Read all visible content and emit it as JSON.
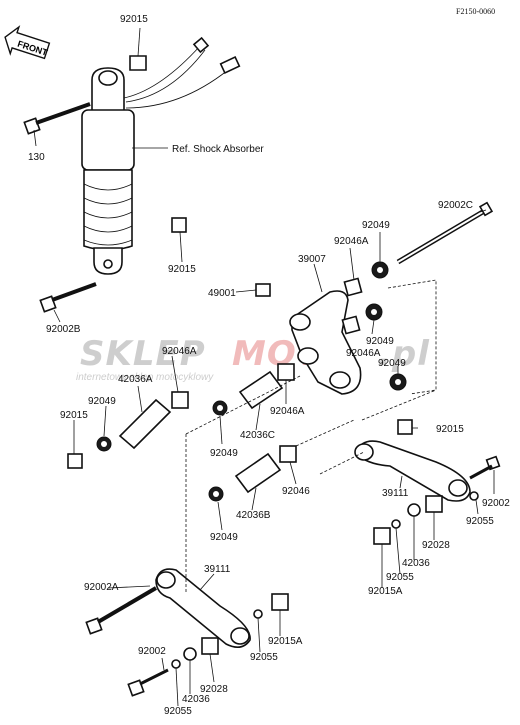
{
  "diagram_code": "F2150-0060",
  "front_label": "FRONT",
  "watermark": {
    "brand_a": "SKLEP",
    "brand_b": "MOTO",
    "brand_c": ".pl",
    "subtitle": "internetowy sklep motocyklowy"
  },
  "callouts": {
    "c92015_top": "92015",
    "c130": "130",
    "ref_shock": "Ref. Shock Absorber",
    "c92015_mid": "92015",
    "c92002B": "92002B",
    "c92002C": "92002C",
    "c92049_a": "92049",
    "c92046A_a": "92046A",
    "c39007": "39007",
    "c49001": "49001",
    "c92049_b": "92049",
    "c92046A_b": "92046A",
    "c92049_c": "92049",
    "c92046A_c": "92046A",
    "c42036A": "42036A",
    "c92049_d": "92049",
    "c92015_left": "92015",
    "c92046A_d": "92046A",
    "c42036C": "42036C",
    "c92049_e": "92049",
    "c92015_right": "92015",
    "c92046": "92046",
    "c39111_r": "39111",
    "c92002_r": "92002",
    "c42036B": "42036B",
    "c92049_f": "92049",
    "c92055_r": "92055",
    "c92028_r": "92028",
    "c42036_r": "42036",
    "c92055_r2": "92055",
    "c92015A_r": "92015A",
    "c92002A": "92002A",
    "c39111_b": "39111",
    "c92002_b": "92002",
    "c92015A_b": "92015A",
    "c92055_b": "92055",
    "c92028_b": "92028",
    "c42036_b": "42036",
    "c92055_b2": "92055"
  }
}
